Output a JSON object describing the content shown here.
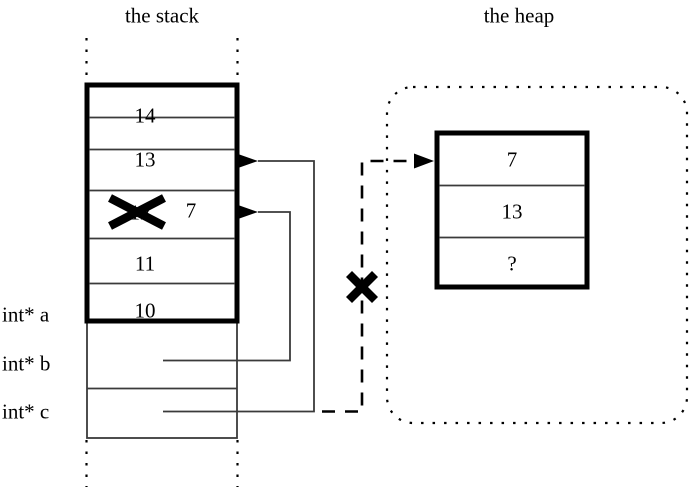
{
  "diagram": {
    "type": "memory-layout-diagram",
    "titles": {
      "stack": "the stack",
      "heap": "the heap"
    },
    "stack": {
      "cells": [
        {
          "value": "14",
          "struck": false
        },
        {
          "value": "13",
          "struck": false
        },
        {
          "value": "12",
          "struck": true,
          "new_value": "7"
        },
        {
          "value": "11",
          "struck": false
        },
        {
          "value": "10",
          "struck": false
        }
      ],
      "pointer_labels": [
        {
          "name": "int* a"
        },
        {
          "name": "int* b"
        },
        {
          "name": "int* c"
        }
      ]
    },
    "heap": {
      "cells": [
        {
          "value": "7"
        },
        {
          "value": "13"
        },
        {
          "value": "?"
        }
      ]
    },
    "marks": {
      "strikeout_glyph": "x-cross-mark",
      "invalid_pointer_glyph": "x-cross-mark"
    },
    "colors": {
      "ink": "#000000",
      "background": "#ffffff",
      "thin_line": "#3a3a3a"
    }
  }
}
